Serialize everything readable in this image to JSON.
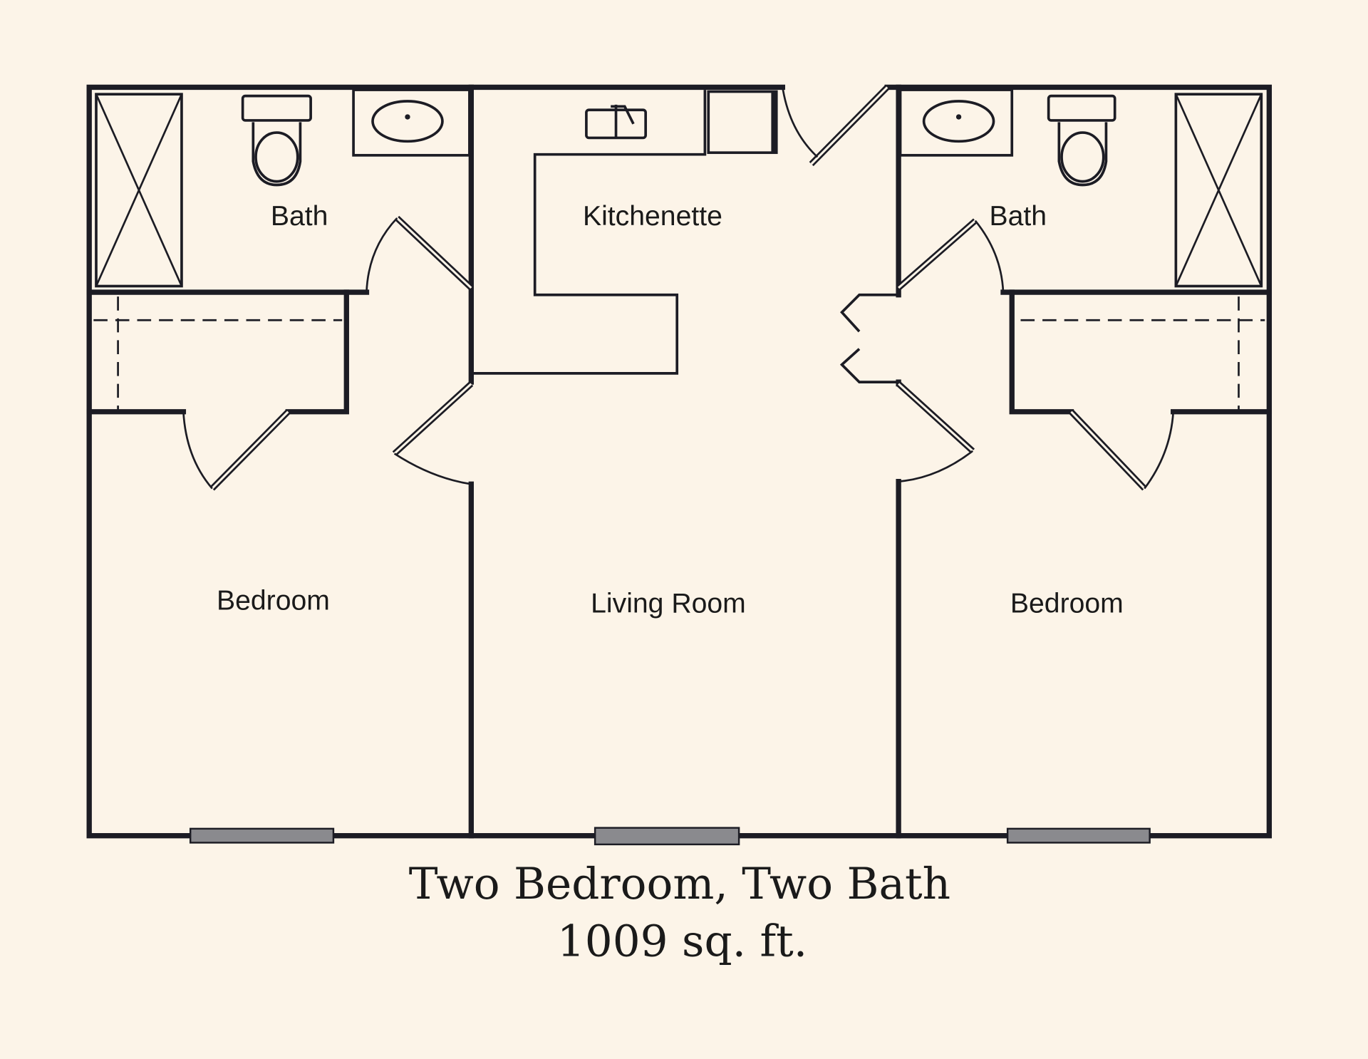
{
  "floorplan": {
    "rooms": {
      "bath_left": "Bath",
      "kitchenette": "Kitchenette",
      "bath_right": "Bath",
      "bedroom_left": "Bedroom",
      "living_room": "Living Room",
      "bedroom_right": "Bedroom"
    },
    "caption": {
      "title": "Two Bedroom, Two Bath",
      "area": "1009 sq. ft."
    }
  },
  "colors": {
    "background": "#fcf4e8",
    "lines": "#1c1c24",
    "window": "#8a8a8e"
  }
}
